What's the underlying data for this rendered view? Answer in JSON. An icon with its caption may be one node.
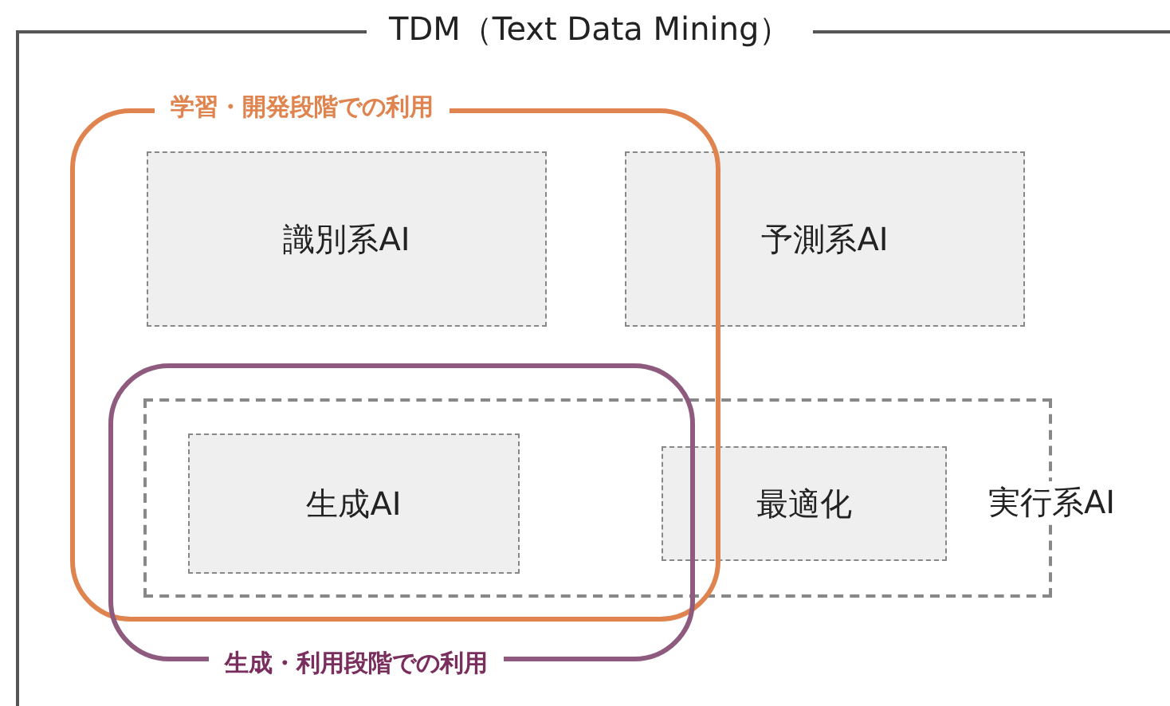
{
  "diagram": {
    "nodes": [
      {
        "text": [
          "TDM（Text Data Mining）"
        ]
      },
      {
        "text": [
          "学習・開発段階での利用"
        ],
        "in": 0
      },
      {
        "text": [
          "識別系AI"
        ],
        "in": 1
      },
      {
        "text": [
          "予測系AI"
        ],
        "in": 0
      },
      {
        "text": [
          "生成・利用段階での利用"
        ],
        "in": 0
      },
      {
        "text": [
          "実行系AI"
        ],
        "in": 0
      },
      {
        "text": [
          "生成AI"
        ]
      },
      {
        "text": [
          "最適化"
        ],
        "in": 5
      }
    ]
  }
}
